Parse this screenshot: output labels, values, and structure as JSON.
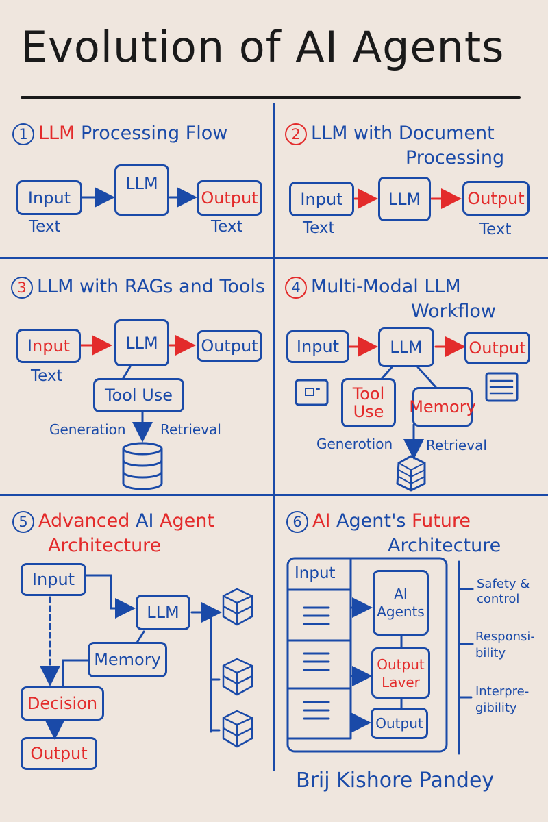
{
  "header": {
    "title": "Evolution of AI Agents"
  },
  "colors": {
    "background": "#efe6de",
    "blue": "#1a4aa8",
    "red": "#e32b2b",
    "black": "#1a1a1a"
  },
  "sections": [
    {
      "number": "1",
      "title_highlight": "LLM",
      "title_rest": "Processing Flow",
      "nodes": {
        "input": "Input",
        "llm": "LLM",
        "output": "Output"
      },
      "labels": {
        "input_sub": "Text",
        "output_sub": "Text"
      }
    },
    {
      "number": "2",
      "title_line1": "LLM with Document",
      "title_line2": "Processing",
      "nodes": {
        "input": "Input",
        "llm": "LLM",
        "output": "Output"
      },
      "labels": {
        "input_sub": "Text",
        "output_sub": "Text"
      }
    },
    {
      "number": "3",
      "title": "LLM with RAGs and Tools",
      "nodes": {
        "input_first": "I",
        "input_rest": "nput",
        "llm": "LLM",
        "output": "Output",
        "tool": "Tool Use"
      },
      "labels": {
        "input_sub": "Text",
        "generation": "Generation",
        "retrieval": "Retrieval"
      },
      "icons": [
        "database-icon"
      ]
    },
    {
      "number": "4",
      "title_line1": "Multi-Modal LLM",
      "title_line2": "Workflow",
      "nodes": {
        "input": "Input",
        "llm": "LLM",
        "output": "Output",
        "tool_line1": "Tool",
        "tool_line2": "Use",
        "memory": "Memory"
      },
      "labels": {
        "generation": "Generotion",
        "retrieval": "Retrieval"
      },
      "icons": [
        "image-icon",
        "document-icon",
        "database-stack-icon"
      ]
    },
    {
      "number": "5",
      "title_line1_a": "Advanced",
      "title_line1_b": "AI",
      "title_line1_c": "Agent",
      "title_line2": "Architecture",
      "nodes": {
        "input": "Input",
        "llm": "LLM",
        "memory": "Memory",
        "decision": "Decision",
        "output": "Output"
      },
      "icons": [
        "cube-icon",
        "cube-icon",
        "cube-icon"
      ]
    },
    {
      "number": "6",
      "title_a": "AI",
      "title_b": "Agent's",
      "title_c": "Future",
      "title_line2": "Architecture",
      "nodes": {
        "input": "Input",
        "agents_line1": "AI",
        "agents_line2": "Agents",
        "layer_line1": "Output",
        "layer_line2": "Laver",
        "output": "Output"
      },
      "principles": [
        {
          "line1": "Safety &",
          "line2": "control"
        },
        {
          "line1": "Responsi-",
          "line2": "bility"
        },
        {
          "line1": "Interpre-",
          "line2": "gibility"
        }
      ]
    }
  ],
  "footer": {
    "author": "Brij Kishore Pandey"
  }
}
